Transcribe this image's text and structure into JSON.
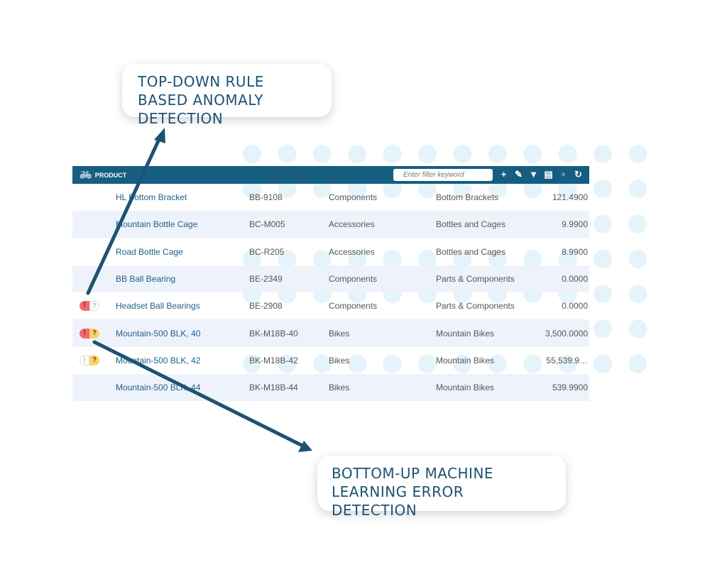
{
  "callouts": {
    "top": "TOP-DOWN RULE BASED ANOMALY DETECTION",
    "bottom": "BOTTOM-UP MACHINE LEARNING ERROR DETECTION"
  },
  "header": {
    "title": "PRODUCT",
    "icon": "bicycle-icon",
    "filter_placeholder": "Enter filter keyword",
    "tools": [
      "plus-icon",
      "edit-icon",
      "filter-icon",
      "excel-export-icon",
      "network-icon",
      "refresh-icon"
    ]
  },
  "colors": {
    "header": "#155e82",
    "link": "#1f5f86",
    "alt_row": "#eef3fb",
    "error_badge": "#ee6b6b",
    "warning_badge": "#fbd36b"
  },
  "rows": [
    {
      "name": "HL Bottom Bracket",
      "code": "BB-9108",
      "category": "Components",
      "subcategory": "Bottom Brackets",
      "price": "121.4900",
      "rule": false,
      "ml": false
    },
    {
      "name": "Mountain Bottle Cage",
      "code": "BC-M005",
      "category": "Accessories",
      "subcategory": "Bottles and Cages",
      "price": "9.9900",
      "rule": false,
      "ml": false
    },
    {
      "name": "Road Bottle Cage",
      "code": "BC-R205",
      "category": "Accessories",
      "subcategory": "Bottles and Cages",
      "price": "8.9900",
      "rule": false,
      "ml": false
    },
    {
      "name": "BB Ball Bearing",
      "code": "BE-2349",
      "category": "Components",
      "subcategory": "Parts & Components",
      "price": "0.0000",
      "rule": false,
      "ml": false
    },
    {
      "name": "Headset Ball Bearings",
      "code": "BE-2908",
      "category": "Components",
      "subcategory": "Parts & Components",
      "price": "0.0000",
      "rule": true,
      "ml": false,
      "badges": true
    },
    {
      "name": "Mountain-500 BLK, 40",
      "code": "BK-M18B-40",
      "category": "Bikes",
      "subcategory": "Mountain Bikes",
      "price": "3,500.0000",
      "rule": true,
      "ml": true,
      "badges": true
    },
    {
      "name": "Mountain-500 BLK, 42",
      "code": "BK-M18B-42",
      "category": "Bikes",
      "subcategory": "Mountain Bikes",
      "price": "55,539.9…",
      "rule": false,
      "ml": true,
      "badges": true
    },
    {
      "name": "Mountain-500 BLK, 44",
      "code": "BK-M18B-44",
      "category": "Bikes",
      "subcategory": "Mountain Bikes",
      "price": "539.9900",
      "rule": false,
      "ml": false
    }
  ]
}
